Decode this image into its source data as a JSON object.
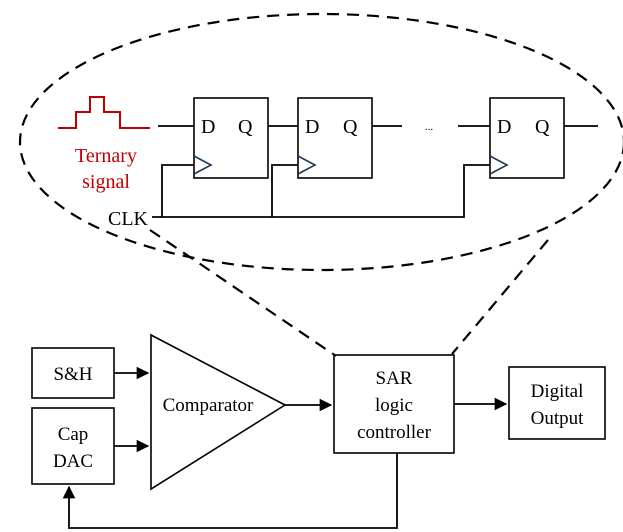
{
  "colors": {
    "line": "#000000",
    "ternary": "#c00000",
    "clock_triangle": "#1f3b57",
    "background": "#ffffff"
  },
  "zoom": {
    "ternary_label_line1": "Ternary",
    "ternary_label_line2": "signal",
    "clk_label": "CLK",
    "ellipsis": "...",
    "flipflops": [
      {
        "d": "D",
        "q": "Q"
      },
      {
        "d": "D",
        "q": "Q"
      },
      {
        "d": "D",
        "q": "Q"
      }
    ]
  },
  "blocks": {
    "sh": "S&H",
    "cap_dac_line1": "Cap",
    "cap_dac_line2": "DAC",
    "comparator": "Comparator",
    "sar_line1": "SAR",
    "sar_line2": "logic",
    "sar_line3": "controller",
    "output_line1": "Digital",
    "output_line2": "Output"
  }
}
